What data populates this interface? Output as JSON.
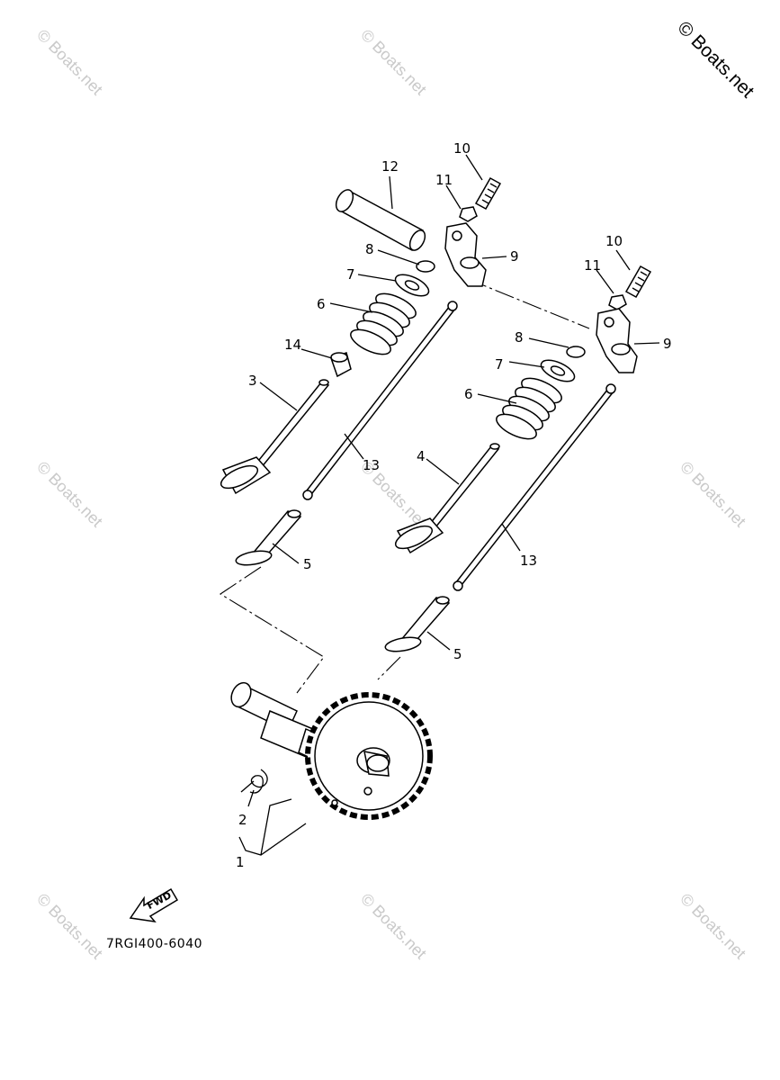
{
  "watermark": "© Boats.net",
  "diagram_code": "7RGI400-6040",
  "fwd_label": "FWD",
  "callouts": {
    "p1": "1",
    "p2": "2",
    "p3": "3",
    "p4": "4",
    "p5a": "5",
    "p5b": "5",
    "p6a": "6",
    "p6b": "6",
    "p7a": "7",
    "p7b": "7",
    "p8a": "8",
    "p8b": "8",
    "p9a": "9",
    "p9b": "9",
    "p10a": "10",
    "p10b": "10",
    "p11a": "11",
    "p11b": "11",
    "p12": "12",
    "p13a": "13",
    "p13b": "13",
    "p14": "14"
  }
}
